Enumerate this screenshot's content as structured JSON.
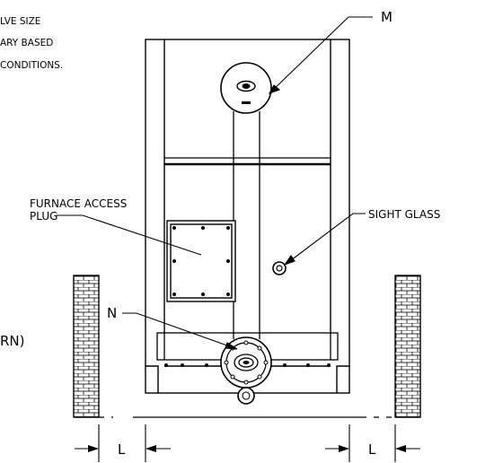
{
  "note": {
    "line1": "LVE SIZE",
    "line2": "ARY BASED",
    "line3": "CONDITIONS."
  },
  "labels": {
    "m": "M",
    "furnace_access_line1": "FURNACE ACCESS",
    "furnace_access_line2": "PLUG",
    "sight_glass": "SIGHT GLASS",
    "n": "N",
    "rn_fragment": "RN)",
    "l_left": "L",
    "l_right": "L"
  }
}
